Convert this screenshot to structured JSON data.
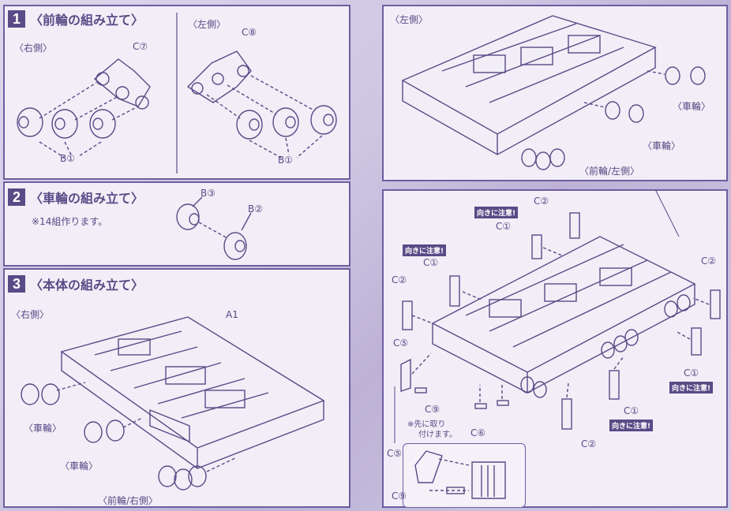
{
  "step1": {
    "num": "1",
    "title": "〈前輪の組み立て〉",
    "right": "〈右側〉",
    "left": "〈左側〉",
    "part_c7": "C⑦",
    "part_c8": "C⑧",
    "part_b1_a": "B①",
    "part_b1_b": "B①"
  },
  "step2": {
    "num": "2",
    "title": "〈車輪の組み立て〉",
    "note": "※14組作ります。",
    "part_b3": "B③",
    "part_b2": "B②"
  },
  "step3": {
    "num": "3",
    "title": "〈本体の組み立て〉",
    "right": "〈右側〉",
    "part_a1": "A1",
    "wheel_a": "〈車輪〉",
    "wheel_b": "〈車輪〉",
    "front_right": "〈前輪/右側〉"
  },
  "right_top": {
    "left": "〈左側〉",
    "wheel_a": "〈車輪〉",
    "wheel_b": "〈車輪〉",
    "front_left": "〈前輪/左側〉"
  },
  "right_bottom": {
    "c2_a": "C②",
    "c2_b": "C②",
    "c2_c": "C②",
    "c2_d": "C②",
    "c1_a": "C①",
    "c1_b": "C①",
    "c1_c": "C①",
    "c1_d": "C①",
    "c5_a": "C⑤",
    "c5_b": "C⑤",
    "c9_a": "C⑨",
    "c9_b": "C⑨",
    "c6": "C⑥",
    "warn_a": "向きに注意!",
    "warn_b": "向きに注意!",
    "warn_c": "向きに注意!",
    "warn_d": "向きに注意!",
    "note_tip_1": "※先に取り",
    "note_tip_2": "付けます。"
  },
  "colors": {
    "ink": "#5a4a86",
    "panel": "#f1eef7",
    "frame": "#6d5ea0"
  }
}
